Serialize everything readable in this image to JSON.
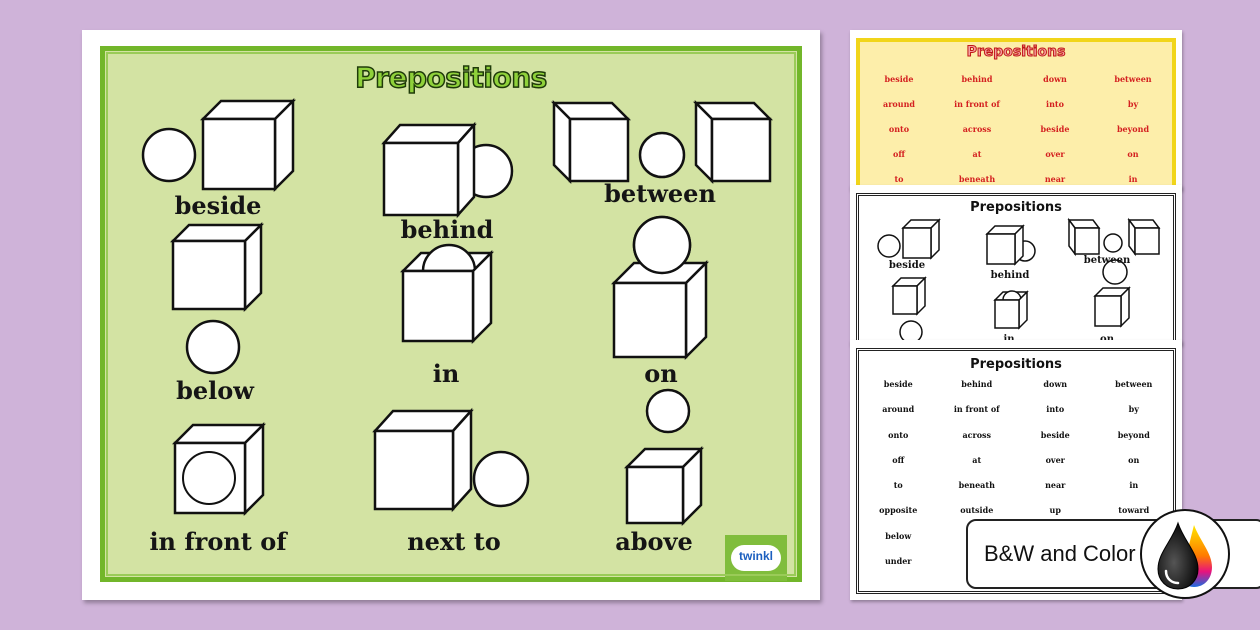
{
  "background_color": "#cfb3d9",
  "poster": {
    "title": "Prepositions",
    "title_color": "#8fd13a",
    "background_color": "#d3e3a3",
    "border_color": "#72b62a",
    "items": [
      {
        "label": "beside"
      },
      {
        "label": "behind"
      },
      {
        "label": "between"
      },
      {
        "label": "below"
      },
      {
        "label": "in"
      },
      {
        "label": "on"
      },
      {
        "label": "in front of"
      },
      {
        "label": "next to"
      },
      {
        "label": "above"
      }
    ],
    "logo": "twinkl"
  },
  "color_word_sheet": {
    "title": "Prepositions",
    "text_color": "#d42020",
    "words": [
      "beside",
      "behind",
      "down",
      "between",
      "around",
      "in front of",
      "into",
      "by",
      "onto",
      "across",
      "beside",
      "beyond",
      "off",
      "at",
      "over",
      "on",
      "to",
      "beneath",
      "near",
      "in"
    ]
  },
  "bw_picture_sheet": {
    "title": "Prepositions",
    "labels": [
      "beside",
      "behind",
      "between",
      "in",
      "on"
    ]
  },
  "bw_word_sheet": {
    "title": "Prepositions",
    "words": [
      "beside",
      "behind",
      "down",
      "between",
      "around",
      "in front of",
      "into",
      "by",
      "onto",
      "across",
      "beside",
      "beyond",
      "off",
      "at",
      "over",
      "on",
      "to",
      "beneath",
      "near",
      "in",
      "opposite",
      "outside",
      "up",
      "toward",
      "below",
      "",
      "",
      "",
      "under",
      "",
      "",
      ""
    ]
  },
  "badge": {
    "label": "B&W and Color",
    "icon": "ink-drops-icon"
  }
}
